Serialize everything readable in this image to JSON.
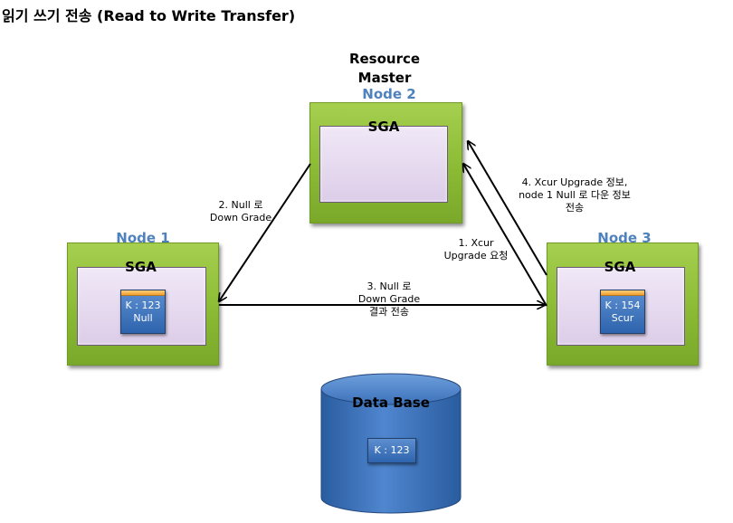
{
  "title": "읽기 쓰기 전송 (Read to Write Transfer)",
  "resource_master": {
    "line1": "Resource",
    "line2": "Master"
  },
  "nodes": {
    "node1": {
      "label": "Node 1",
      "sga": "SGA",
      "block_key": "K : 123",
      "block_state": "Null"
    },
    "node2": {
      "label": "Node 2",
      "sga": "SGA"
    },
    "node3": {
      "label": "Node 3",
      "sga": "SGA",
      "block_key": "K : 154",
      "block_state": "Scur"
    }
  },
  "database": {
    "label": "Data Base",
    "block_key": "K : 123"
  },
  "steps": {
    "step1": {
      "line1": "1. Xcur",
      "line2": "Upgrade 요청"
    },
    "step2": {
      "line1": "2. Null 로",
      "line2": "Down Grade"
    },
    "step3": {
      "line1": "3. Null 로",
      "line2": "Down Grade",
      "line3": "결과 전송"
    },
    "step4": {
      "line1": "4. Xcur Upgrade 정보,",
      "line2": "node 1 Null 로 다운 정보",
      "line3": "전송"
    }
  }
}
